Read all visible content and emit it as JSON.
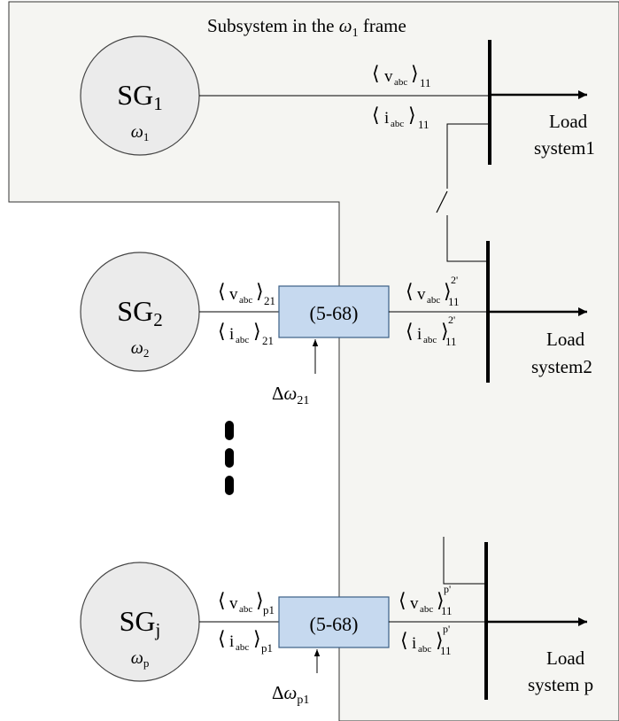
{
  "subsystem_title": {
    "prefix": "Subsystem in the ",
    "omega": "ω",
    "sub": "1",
    "suffix": " frame"
  },
  "generators": [
    {
      "name": "SG",
      "sub": "1",
      "freq": "ω",
      "freq_sub": "1"
    },
    {
      "name": "SG",
      "sub": "2",
      "freq": "ω",
      "freq_sub": "2"
    },
    {
      "name": "SG",
      "sub": "j",
      "freq": "ω",
      "freq_sub": "p"
    }
  ],
  "converter_label": "(5-68)",
  "signals": {
    "v_base": "v",
    "i_base": "i",
    "abc": "abc",
    "sg1_v_sub": "11",
    "sg1_i_sub": "11",
    "sg2_v_sub": "21",
    "sg2_i_sub": "21",
    "sgj_v_sub": "p1",
    "sgj_i_sub": "p1",
    "out2_sub": "11",
    "out2_sup": "2'",
    "outp_sub": "11",
    "outp_sup": "p'"
  },
  "delta_omega": [
    {
      "delta": "Δ",
      "omega": "ω",
      "sub": "21"
    },
    {
      "delta": "Δ",
      "omega": "ω",
      "sub": "p1"
    }
  ],
  "loads": [
    {
      "line1": "Load",
      "line2": "system1"
    },
    {
      "line1": "Load",
      "line2": "system2"
    },
    {
      "line1": "Load",
      "line2": "system p"
    }
  ],
  "colors": {
    "shaded_region": "#f5f5f2",
    "generator_fill": "#ebebeb",
    "converter_fill": "#c6d9ef",
    "converter_stroke": "#3b5f86"
  }
}
